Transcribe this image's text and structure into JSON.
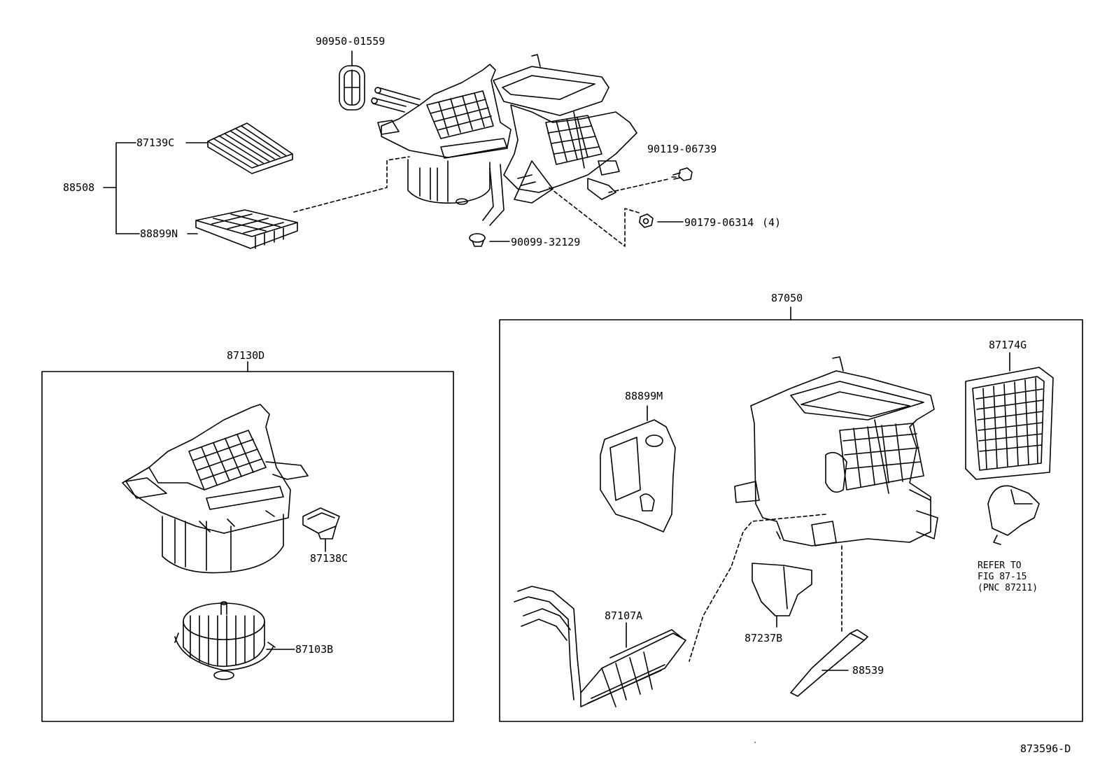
{
  "labels": {
    "p90950": "90950-01559",
    "p87139c": "87139C",
    "p88508": "88508",
    "p88899n": "88899N",
    "p90119": "90119-06739",
    "p90179": "90179-06314",
    "p90179_qty": "(4)",
    "p90099": "90099-32129",
    "p87050": "87050",
    "p87130d": "87130D",
    "p87138c": "87138C",
    "p87103b": "87103B",
    "p88899m": "88899M",
    "p87174g": "87174G",
    "p87107a": "87107A",
    "p87237b": "87237B",
    "p88539": "88539",
    "refer_line1": "REFER TO",
    "refer_line2": "FIG 87-15",
    "refer_line3": "(PNC 87211)",
    "figure_id": "873596-D"
  }
}
